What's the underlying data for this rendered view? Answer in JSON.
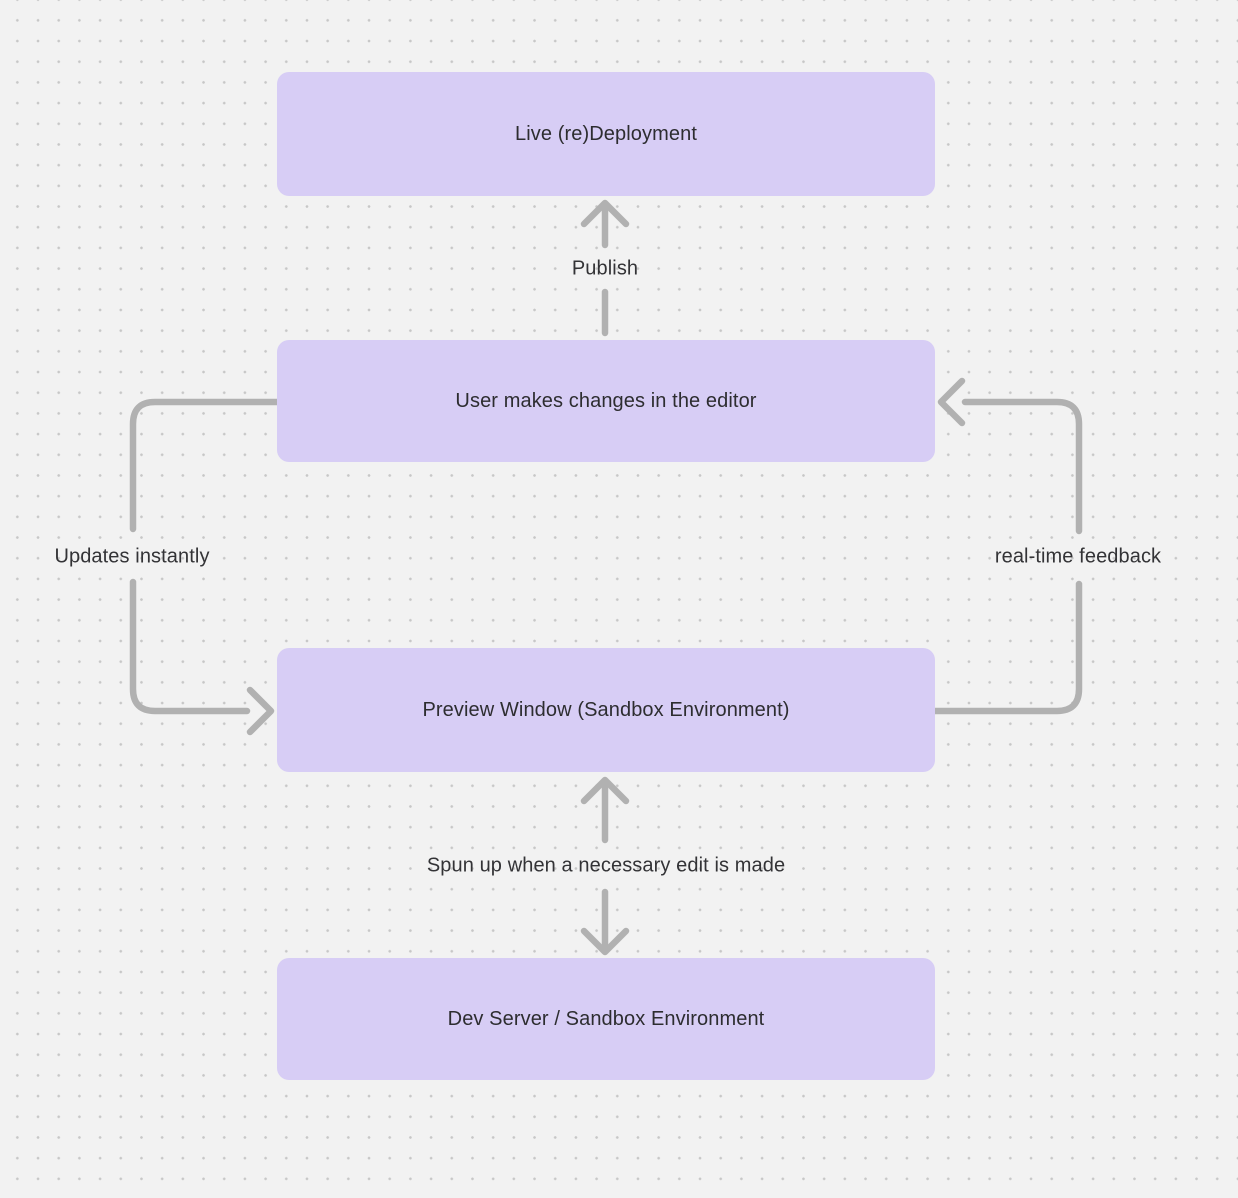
{
  "canvas": {
    "background_color": "#f2f2f2",
    "dot_color": "#c7c7c7"
  },
  "style": {
    "node_fill": "#d7cdf5",
    "node_text_color": "#2d2d30",
    "edge_color": "#b1b1b1",
    "edge_label_color": "#333336"
  },
  "nodes": [
    {
      "id": "live-redeployment",
      "label": "Live (re)Deployment"
    },
    {
      "id": "user-editor",
      "label": "User makes changes in the editor"
    },
    {
      "id": "preview-window",
      "label": "Preview Window (Sandbox Environment)"
    },
    {
      "id": "dev-server",
      "label": "Dev Server / Sandbox Environment"
    }
  ],
  "edges": [
    {
      "id": "publish",
      "label": "Publish",
      "from": "user-editor",
      "to": "live-redeployment",
      "direction": "up"
    },
    {
      "id": "updates-instantly",
      "label": "Updates instantly",
      "from": "user-editor",
      "to": "preview-window",
      "direction": "left-loop"
    },
    {
      "id": "real-time-feedback",
      "label": "real-time feedback",
      "from": "preview-window",
      "to": "user-editor",
      "direction": "right-loop"
    },
    {
      "id": "spun-up",
      "label": "Spun up when a necessary edit is made",
      "from": "preview-window",
      "to": "dev-server",
      "direction": "bidirectional"
    }
  ]
}
